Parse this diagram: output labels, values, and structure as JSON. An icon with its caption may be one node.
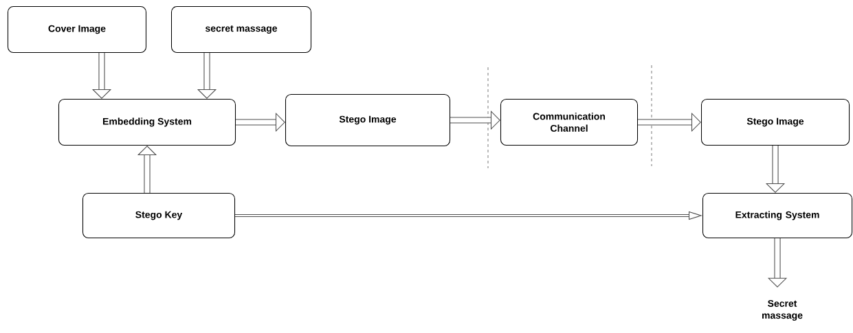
{
  "diagram": {
    "nodes": [
      {
        "text": [
          "Cover Image"
        ]
      },
      {
        "text": [
          "secret massage"
        ]
      },
      {
        "text": [
          "Embedding System"
        ]
      },
      {
        "text": [
          "Stego Image"
        ]
      },
      {
        "text": [
          "Communication Channel"
        ]
      },
      {
        "text": [
          "Stego Image"
        ]
      },
      {
        "text": [
          "Stego Key"
        ]
      },
      {
        "text": [
          "Extracting System"
        ]
      },
      {
        "text": [
          "Secret massage"
        ]
      }
    ],
    "edges": [
      {
        "from": 0,
        "to": 2,
        "arrow": "to"
      },
      {
        "from": 1,
        "to": 2,
        "arrow": "to"
      },
      {
        "from": 6,
        "to": 2,
        "arrow": "to"
      },
      {
        "from": 2,
        "to": 3,
        "arrow": "to"
      },
      {
        "from": 3,
        "to": 4,
        "arrow": "to"
      },
      {
        "from": 4,
        "to": 5,
        "arrow": "to"
      },
      {
        "from": 5,
        "to": 7,
        "arrow": "to"
      },
      {
        "from": 6,
        "to": 7,
        "arrow": "to"
      },
      {
        "from": 7,
        "to": 8,
        "arrow": "to"
      }
    ]
  }
}
